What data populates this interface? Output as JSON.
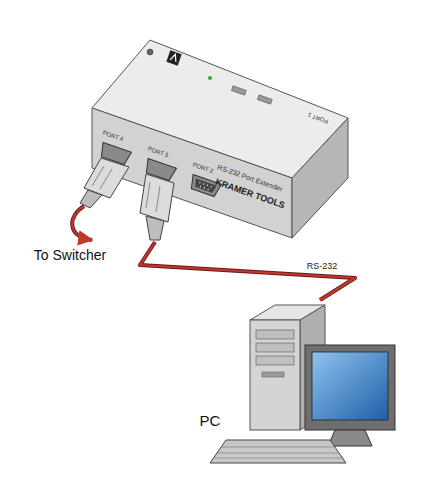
{
  "diagram": {
    "nodes": [
      {
        "text": [
          "RS-232 Port Extender",
          "KRAMER TOOLS"
        ]
      },
      {
        "text": [
          "PC"
        ]
      }
    ],
    "edges": [
      {
        "from": 0,
        "to": 1,
        "arrow": "none",
        "label": "RS-232"
      }
    ],
    "labels": [
      "PORT 4",
      "PORT 3",
      "PORT 2",
      "PORT 1",
      "To Switcher"
    ]
  }
}
